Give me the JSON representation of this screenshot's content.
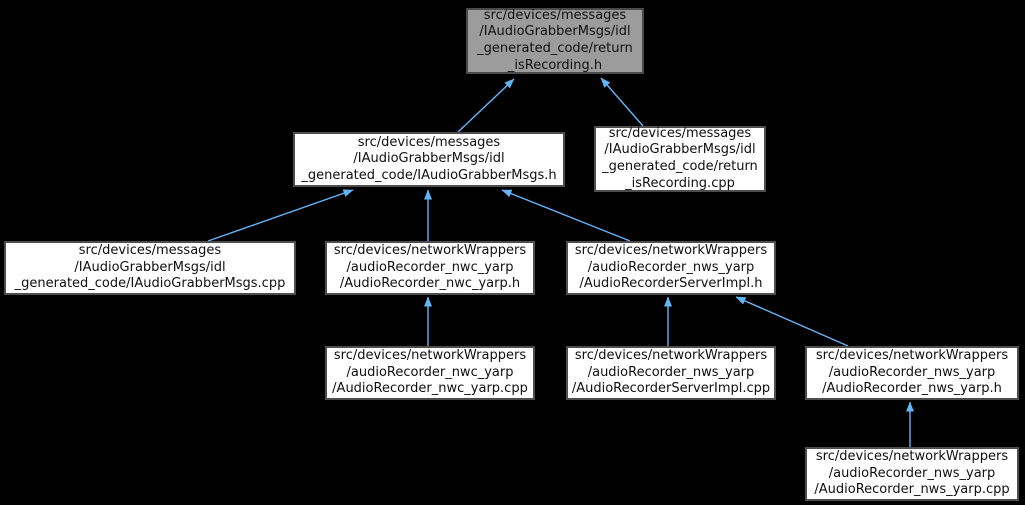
{
  "graph": {
    "type": "include-dependency-graph",
    "background": "#000000",
    "edge_color": "#63b4f7",
    "node_fill": "#ffffff",
    "node_border": "#4e4e4e",
    "highlight_fill": "#9c9c9c",
    "highlight_border": "#4a4a4a",
    "nodes": [
      {
        "id": "return_isRecording_h",
        "highlighted": true,
        "lines": [
          "src/devices/messages",
          "/IAudioGrabberMsgs/idl",
          "_generated_code/return",
          "_isRecording.h"
        ]
      },
      {
        "id": "IAudioGrabberMsgs_h",
        "highlighted": false,
        "lines": [
          "src/devices/messages",
          "/IAudioGrabberMsgs/idl",
          "_generated_code/IAudioGrabberMsgs.h"
        ]
      },
      {
        "id": "return_isRecording_cpp",
        "highlighted": false,
        "lines": [
          "src/devices/messages",
          "/IAudioGrabberMsgs/idl",
          "_generated_code/return",
          "_isRecording.cpp"
        ]
      },
      {
        "id": "IAudioGrabberMsgs_cpp",
        "highlighted": false,
        "lines": [
          "src/devices/messages",
          "/IAudioGrabberMsgs/idl",
          "_generated_code/IAudioGrabberMsgs.cpp"
        ]
      },
      {
        "id": "AudioRecorder_nwc_yarp_h",
        "highlighted": false,
        "lines": [
          "src/devices/networkWrappers",
          "/audioRecorder_nwc_yarp",
          "/AudioRecorder_nwc_yarp.h"
        ]
      },
      {
        "id": "AudioRecorderServerImpl_h",
        "highlighted": false,
        "lines": [
          "src/devices/networkWrappers",
          "/audioRecorder_nws_yarp",
          "/AudioRecorderServerImpl.h"
        ]
      },
      {
        "id": "AudioRecorder_nwc_yarp_cpp",
        "highlighted": false,
        "lines": [
          "src/devices/networkWrappers",
          "/audioRecorder_nwc_yarp",
          "/AudioRecorder_nwc_yarp.cpp"
        ]
      },
      {
        "id": "AudioRecorderServerImpl_cpp",
        "highlighted": false,
        "lines": [
          "src/devices/networkWrappers",
          "/audioRecorder_nws_yarp",
          "/AudioRecorderServerImpl.cpp"
        ]
      },
      {
        "id": "AudioRecorder_nws_yarp_h",
        "highlighted": false,
        "lines": [
          "src/devices/networkWrappers",
          "/audioRecorder_nws_yarp",
          "/AudioRecorder_nws_yarp.h"
        ]
      },
      {
        "id": "AudioRecorder_nws_yarp_cpp",
        "highlighted": false,
        "lines": [
          "src/devices/networkWrappers",
          "/audioRecorder_nws_yarp",
          "/AudioRecorder_nws_yarp.cpp"
        ]
      }
    ],
    "edges": [
      {
        "from": "IAudioGrabberMsgs_h",
        "to": "return_isRecording_h"
      },
      {
        "from": "return_isRecording_cpp",
        "to": "return_isRecording_h"
      },
      {
        "from": "IAudioGrabberMsgs_cpp",
        "to": "IAudioGrabberMsgs_h"
      },
      {
        "from": "AudioRecorder_nwc_yarp_h",
        "to": "IAudioGrabberMsgs_h"
      },
      {
        "from": "AudioRecorderServerImpl_h",
        "to": "IAudioGrabberMsgs_h"
      },
      {
        "from": "AudioRecorder_nwc_yarp_cpp",
        "to": "AudioRecorder_nwc_yarp_h"
      },
      {
        "from": "AudioRecorderServerImpl_cpp",
        "to": "AudioRecorderServerImpl_h"
      },
      {
        "from": "AudioRecorder_nws_yarp_h",
        "to": "AudioRecorderServerImpl_h"
      },
      {
        "from": "AudioRecorder_nws_yarp_cpp",
        "to": "AudioRecorder_nws_yarp_h"
      }
    ]
  }
}
